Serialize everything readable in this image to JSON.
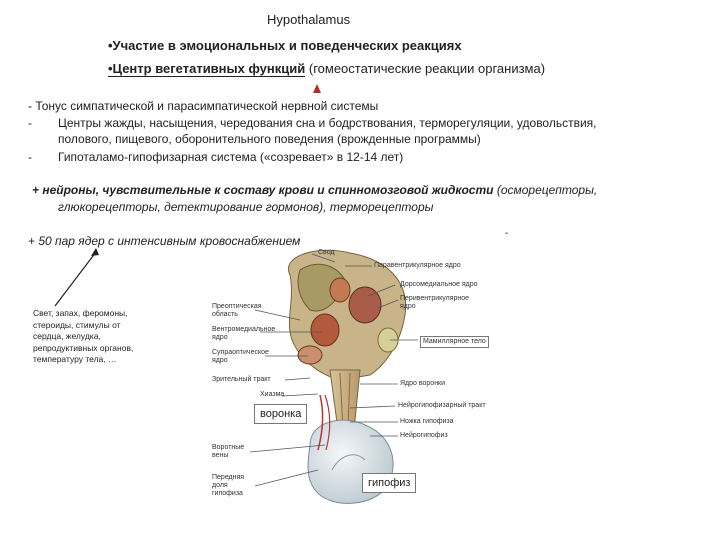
{
  "title": "Hypothalamus",
  "bullets": [
    "•Участие в эмоциональных и поведенческих реакциях",
    "•Центр вегетативных функций",
    " (гомеостатические реакции организма)"
  ],
  "list": [
    "- Тонус симпатической и парасимпатической нервной системы",
    "-",
    "Центры жажды, насыщения, чередования сна и бодрствования, терморегуляции, удовольствия,",
    "полового, пищевого, оборонительного поведения (врожденные программы)",
    "-",
    "Гипоталамо-гипофизарная система («созревает» в 12-14 лет)"
  ],
  "neurons": {
    "bold": "+ нейроны, чувствительные к составу крови и спинномозговой жидкости",
    "rest": " (осморецепторы,",
    "line2": "глюкорецепторы, детектирование гормонов), терморецепторы"
  },
  "nuclei_note": "+ 50 пар ядер с интенсивным кровоснабжением",
  "side_note": "Свет, запах, феромоны, стероиды, стимулы от сердца, желудка, репродуктивных органов, температуру тела, …",
  "stray_mark": "-",
  "diagram_labels": {
    "svod": "Свод",
    "paraventr": "Паравентрикулярное ядро",
    "dorsomed": "Дорсомедиальное ядро",
    "periventr": "Перивентрикулярное ядро",
    "preoptic": "Преоптическая область",
    "ventromed": "Вентромедиальное ядро",
    "supraoptic": "Супраоптическое ядро",
    "optic_tract": "Зрительный тракт",
    "chiasm": "Хиазма",
    "mamillary": "Мамиллярное тело",
    "infundib_nucleus": "Ядро воронки",
    "neurohypo_tract": "Нейрогипофизарный тракт",
    "stalk": "Ножка гипофиза",
    "neurohypo": "Нейрогипофиз",
    "portal": "Воротные вены",
    "anterior": "Передняя доля гипофиза",
    "funnel_box": "воронка",
    "pituitary_box": "гипофиз"
  },
  "colors": {
    "tissue": "#c9b48a",
    "nucleus": "#b45a3c",
    "pituitary": "#dfe6ea",
    "leader": "#555555"
  }
}
